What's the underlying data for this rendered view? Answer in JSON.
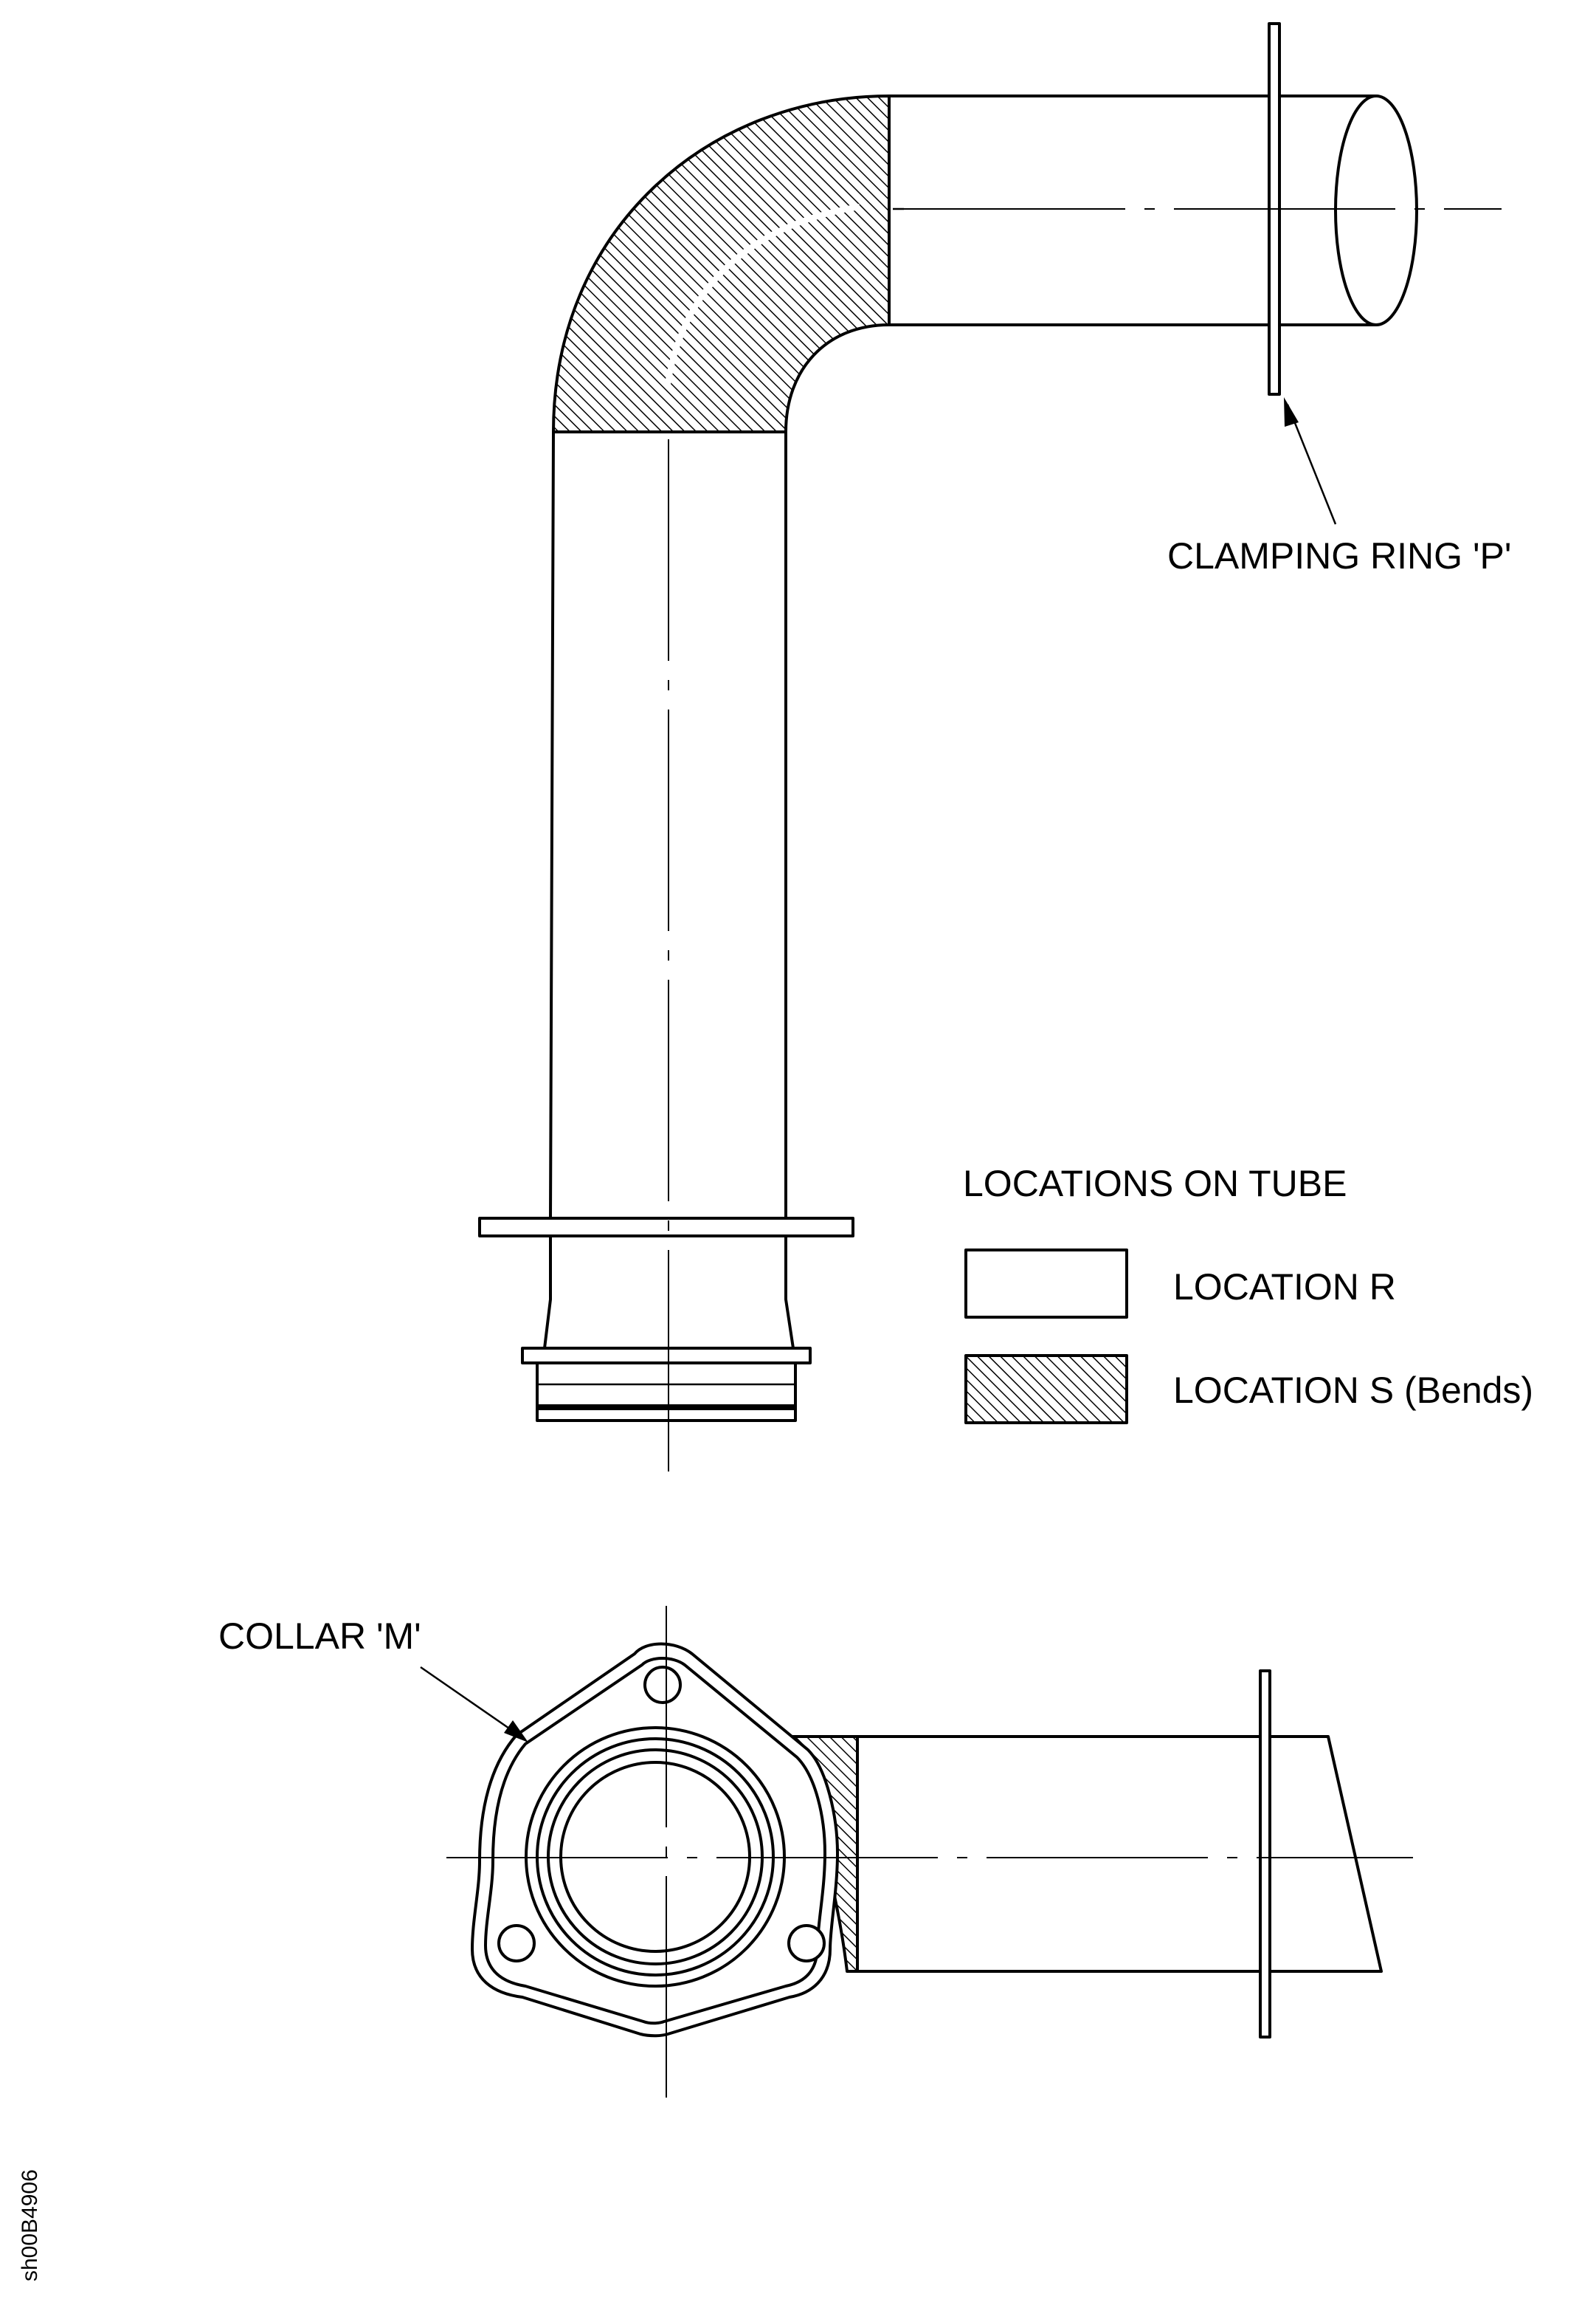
{
  "labels": {
    "clamping_ring": "CLAMPING RING 'P'",
    "collar": "COLLAR 'M'",
    "drawing_ref": "sh00B4906"
  },
  "legend": {
    "title": "LOCATIONS ON TUBE",
    "items": [
      {
        "label": "LOCATION R",
        "style": "plain"
      },
      {
        "label": "LOCATION S (Bends)",
        "style": "hatched"
      }
    ]
  },
  "colors": {
    "line": "#000000",
    "background": "#ffffff"
  }
}
